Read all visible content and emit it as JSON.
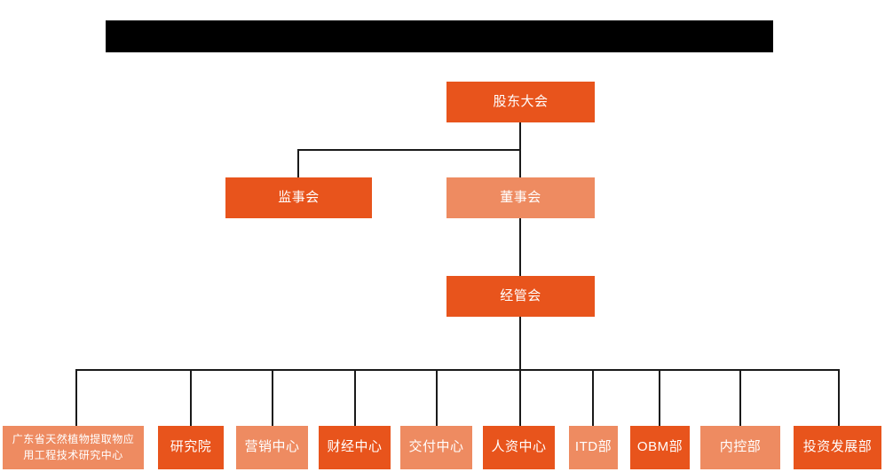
{
  "title_bar": {
    "name": "redacted-title-bar",
    "state": "redacted",
    "color": "#000000",
    "label": ""
  },
  "colors": {
    "primary": "#E8541C",
    "secondary": "#EE8B61",
    "connector": "#1a1a1a",
    "background": "#ffffff",
    "text": "#ffffff"
  },
  "chart_data": {
    "type": "diagram",
    "subtype": "organization-chart",
    "title": "",
    "orientation": "top-down",
    "levels": 4
  },
  "nodes": {
    "shareholders_meeting": {
      "label": "股东大会",
      "tone": "primary"
    },
    "board_of_supervisors": {
      "label": "监事会",
      "tone": "primary"
    },
    "board_of_directors": {
      "label": "董事会",
      "tone": "secondary"
    },
    "management_committee": {
      "label": "经管会",
      "tone": "primary"
    }
  },
  "departments": [
    {
      "label": "广东省天然植物提取物应\n用工程技术研究中心",
      "tone": "secondary"
    },
    {
      "label": "研究院",
      "tone": "primary"
    },
    {
      "label": "营销中心",
      "tone": "secondary"
    },
    {
      "label": "财经中心",
      "tone": "primary"
    },
    {
      "label": "交付中心",
      "tone": "secondary"
    },
    {
      "label": "人资中心",
      "tone": "primary"
    },
    {
      "label": "ITD部",
      "tone": "secondary"
    },
    {
      "label": "OBM部",
      "tone": "primary"
    },
    {
      "label": "内控部",
      "tone": "secondary"
    },
    {
      "label": "投资发展部",
      "tone": "primary"
    }
  ]
}
